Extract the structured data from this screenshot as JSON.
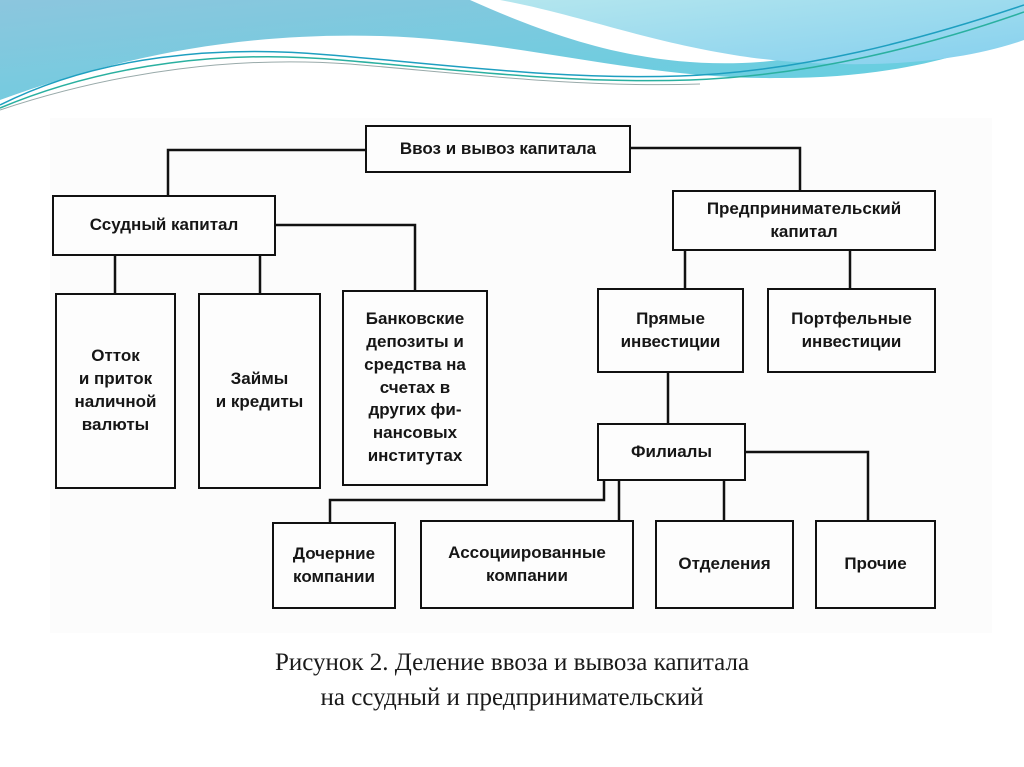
{
  "diagram": {
    "root": "Ввоз и вывоз капитала",
    "loan_capital": "Ссудный капитал",
    "entrepreneurial_capital": "Предпринимательский\nкапитал",
    "cash_flow": "Отток\nи приток\nналичной\nвалюты",
    "loans": "Займы\nи кредиты",
    "bank_deposits": "Банковские\nдепозиты и\nсредства на\nсчетах в\nдругих фи-\nнансовых\nинститутах",
    "direct_investments": "Прямые\nинвестиции",
    "portfolio_investments": "Портфельные\nинвестиции",
    "branches": "Филиалы",
    "subsidiaries": "Дочерние\nкомпании",
    "associated": "Ассоциированные\nкомпании",
    "divisions": "Отделения",
    "other": "Прочие"
  },
  "caption": {
    "line1": "Рисунок 2. Деление ввоза и вывоза капитала",
    "line2": "на ссудный и предпринимательский"
  },
  "colors": {
    "wave_light": "#a8e2ec",
    "wave_mid": "#6cc6dc",
    "wave_line": "#1e9fc0"
  }
}
